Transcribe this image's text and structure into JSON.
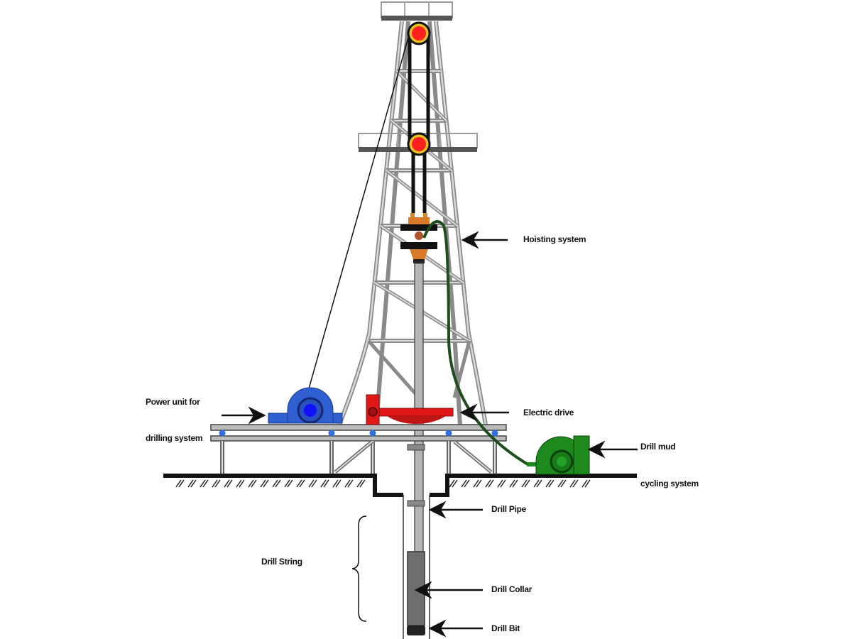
{
  "labels": {
    "hoisting": "Hoisting system",
    "power_line1": "Power unit for",
    "power_line2": "drilling system",
    "electric_drive": "Electric drive",
    "mud_line1": "Drill mud",
    "mud_line2": "cycling system",
    "drill_pipe": "Drill Pipe",
    "drill_string": "Drill String",
    "drill_collar": "Drill Collar",
    "drill_bit": "Drill Bit"
  },
  "colors": {
    "derrick": "#9a9a9a",
    "power_unit": "#2f5fd0",
    "rotary_table": "#e01818",
    "mud_pump": "#1e8a1e",
    "mud_hose": "#1f4d1f",
    "swivel": "#d87a2a",
    "sheave": "#ff2020"
  }
}
